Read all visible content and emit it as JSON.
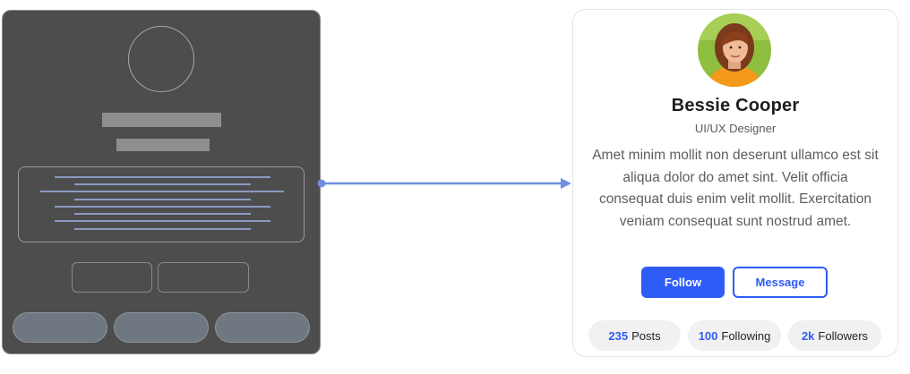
{
  "profile": {
    "name": "Bessie Cooper",
    "role": "UI/UX Designer",
    "bio": "Amet minim mollit non deserunt ullamco est sit aliqua dolor do amet sint. Velit officia consequat duis enim velit mollit. Exercitation veniam consequat sunt nostrud amet.",
    "follow_label": "Follow",
    "message_label": "Message",
    "stats": [
      {
        "value": "235",
        "label": "Posts"
      },
      {
        "value": "100",
        "label": "Following"
      },
      {
        "value": "2k",
        "label": "Followers"
      }
    ]
  },
  "colors": {
    "accent": "#2f5cf6",
    "connector": "#6f8fe0",
    "wireframe_bg": "#4d4d4d",
    "wireframe_lines": "#9fb4e8"
  }
}
